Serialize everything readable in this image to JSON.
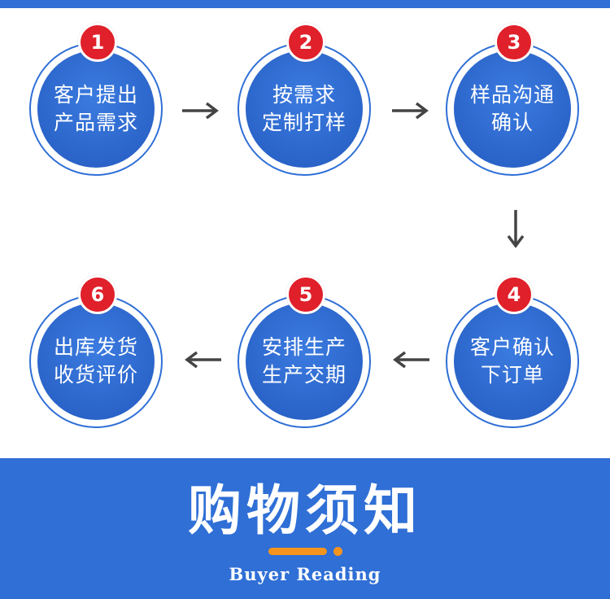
{
  "steps": [
    {
      "number": "1",
      "line1": "客户提出",
      "line2": "产品需求"
    },
    {
      "number": "2",
      "line1": "按需求",
      "line2": "定制打样"
    },
    {
      "number": "3",
      "line1": "样品沟通",
      "line2": "确认"
    },
    {
      "number": "4",
      "line1": "客户确认",
      "line2": "下订单"
    },
    {
      "number": "5",
      "line1": "安排生产",
      "line2": "生产交期"
    },
    {
      "number": "6",
      "line1": "出库发货",
      "line2": "收货评价"
    }
  ],
  "footer": {
    "title": "购物须知",
    "subtitle": "Buyer Reading"
  },
  "colors": {
    "brand_blue": "#2f6fd6",
    "badge_red": "#e0202a",
    "accent_orange": "#f7941d"
  }
}
